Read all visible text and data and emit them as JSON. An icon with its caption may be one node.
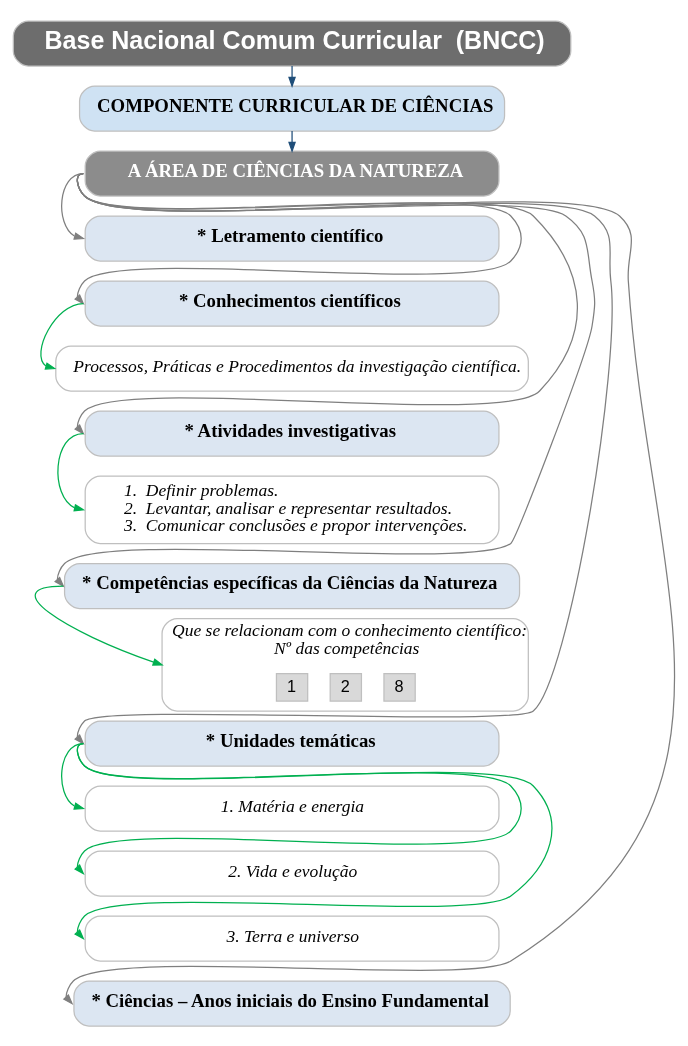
{
  "diagram": {
    "nodes": [
      {
        "text": [
          "Base Nacional Comum Curricular  (BNCC)"
        ]
      },
      {
        "text": [
          "COMPONENTE CURRICULAR DE CIÊNCIAS"
        ]
      },
      {
        "text": [
          "A ÁREA DE CIÊNCIAS DA NATUREZA"
        ]
      },
      {
        "text": [
          "* Letramento científico"
        ]
      },
      {
        "text": [
          "* Conhecimentos científicos"
        ]
      },
      {
        "text": [
          "Processos, Práticas e Procedimentos da investigação científica."
        ]
      },
      {
        "text": [
          "* Atividades investigativas"
        ]
      },
      {
        "text": [
          "1.  Definir problemas.",
          "2.  Levantar, analisar e representar resultados.",
          "3.  Comunicar conclusões e propor intervenções."
        ]
      },
      {
        "text": [
          "* Competências específicas da Ciências da Natureza"
        ]
      },
      {
        "text": [
          "Que se relacionam com o conhecimento científico:",
          "Nº das competências"
        ]
      },
      {
        "text": [
          "1"
        ],
        "in": 9
      },
      {
        "text": [
          "2"
        ],
        "in": 9
      },
      {
        "text": [
          "8"
        ],
        "in": 9
      },
      {
        "text": [
          "* Unidades temáticas"
        ]
      },
      {
        "text": [
          "1. Matéria e energia"
        ]
      },
      {
        "text": [
          "2. Vida e evolução"
        ]
      },
      {
        "text": [
          "3. Terra e universo"
        ]
      },
      {
        "text": [
          "* Ciências – Anos iniciais do Ensino Fundamental"
        ]
      }
    ],
    "edges": [
      {
        "from": 0,
        "to": 1,
        "arrow": "to",
        "color": "#1f4e79"
      },
      {
        "from": 1,
        "to": 2,
        "arrow": "to",
        "color": "#1f4e79"
      },
      {
        "from": 2,
        "to": 3,
        "arrow": "to"
      },
      {
        "from": 2,
        "to": 4,
        "arrow": "to"
      },
      {
        "from": 4,
        "to": 5,
        "arrow": "to",
        "color": "#00b050"
      },
      {
        "from": 2,
        "to": 6,
        "arrow": "to"
      },
      {
        "from": 6,
        "to": 7,
        "arrow": "to",
        "color": "#00b050"
      },
      {
        "from": 2,
        "to": 8,
        "arrow": "to"
      },
      {
        "from": 8,
        "to": 9,
        "arrow": "to",
        "color": "#00b050"
      },
      {
        "from": 2,
        "to": 13,
        "arrow": "to"
      },
      {
        "from": 13,
        "to": 14,
        "arrow": "to",
        "color": "#00b050"
      },
      {
        "from": 13,
        "to": 15,
        "arrow": "to",
        "color": "#00b050"
      },
      {
        "from": 13,
        "to": 16,
        "arrow": "to",
        "color": "#00b050"
      },
      {
        "from": 2,
        "to": 17,
        "arrow": "to"
      }
    ]
  }
}
